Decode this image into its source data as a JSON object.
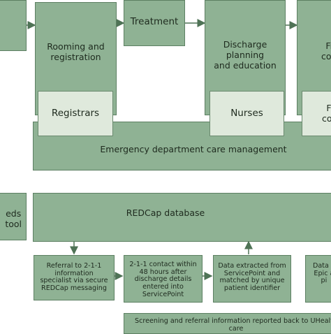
{
  "boxes": {
    "top_left_partial": "",
    "rooming": "Rooming and\nregistration",
    "treatment": "Treatment",
    "discharge": "Discharge planning\nand education",
    "far_right_top": "Fi\ncou",
    "registrars": "Registrars",
    "nurses": "Nurses",
    "far_right_inner": "Fi\ncou",
    "ed_care": "Emergency department care management",
    "needs_tool": "eds\ntool",
    "redcap_db": "REDCap database",
    "referral": "Referral to 2-1-1\ninformation\nspecialist via secure\nREDCap messaging",
    "contact_211": "2-1-1 contact within\n48 hours after\ndischarge details\nentered into\nServicePoint",
    "data_extracted": "Data extracted from\nServicePoint and\nmatched by unique\npatient identifier",
    "data_epic": "Data e\nEpic a\npi",
    "screening": "Screening and referral information reported back to UHealth care"
  },
  "colors": {
    "box_fill": "#8fb294",
    "box_border": "#5c7f62",
    "inner_fill": "#dfe9dc",
    "arrow": "#4f7356"
  }
}
